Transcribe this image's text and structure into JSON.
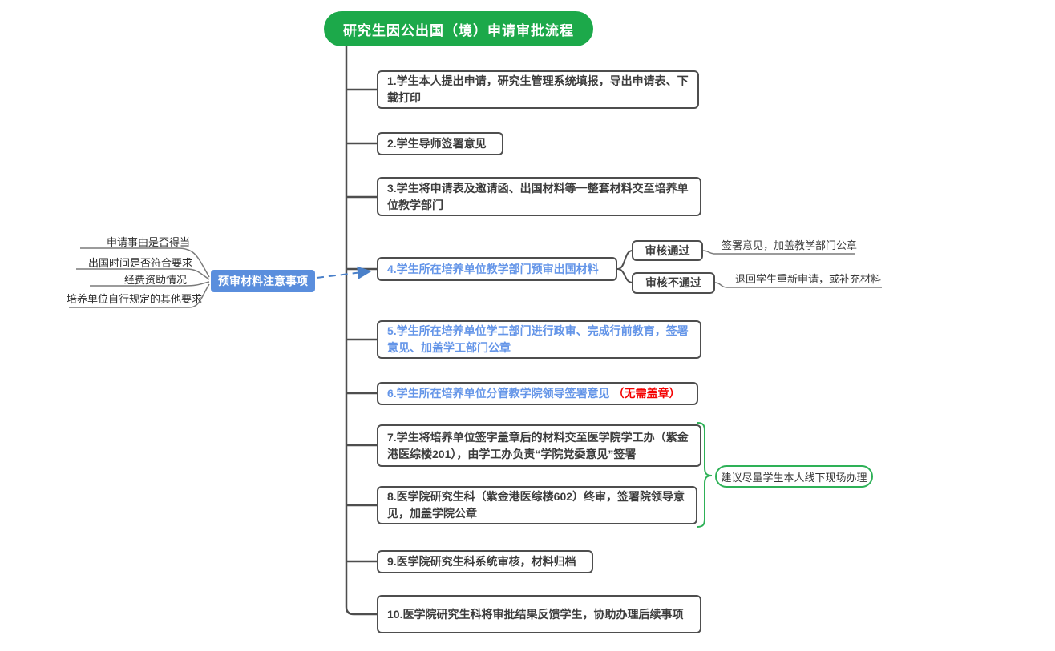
{
  "title": "研究生因公出国（境）申请审批流程",
  "steps": [
    {
      "text": "1.学生本人提出申请，研究生管理系统填报，导出申请表、下载打印"
    },
    {
      "text": "2.学生导师签署意见"
    },
    {
      "text": "3.学生将申请表及邀请函、出国材料等一整套材料交至培养单位教学部门"
    },
    {
      "text": "4.学生所在培养单位教学部门预审出国材料"
    },
    {
      "text": "5.学生所在培养单位学工部门进行政审、完成行前教育，签署意见、加盖学工部门公章"
    },
    {
      "text": "6.学生所在培养单位分管教学院领导签署意见",
      "suffix": "（无需盖章）"
    },
    {
      "text": "7.学生将培养单位签字盖章后的材料交至医学院学工办（紫金港医综楼201），由学工办负责“学院党委意见”签署"
    },
    {
      "text": "8.医学院研究生科（紫金港医综楼602）终审，签署院领导意见，加盖学院公章"
    },
    {
      "text": "9.医学院研究生科系统审核，材料归档"
    },
    {
      "text": "10.医学院研究生科将审批结果反馈学生，协助办理后续事项"
    }
  ],
  "review": {
    "pass_label": "审核通过",
    "pass_result": "签署意见，加盖教学部门公章",
    "fail_label": "审核不通过",
    "fail_result": "退回学生重新申请，或补充材料"
  },
  "precheck": {
    "label": "预审材料注意事项",
    "items": [
      "申请事由是否得当",
      "出国时间是否符合要求",
      "经费资助情况",
      "培养单位自行规定的其他要求"
    ]
  },
  "suggestion": "建议尽量学生本人线下现场办理",
  "colors": {
    "title_green": "#1CA94A",
    "accent_green": "#2EB157",
    "note_blue": "#5A8EDD",
    "step_blue_text": "#6495E8",
    "warning_red": "#F40000",
    "line_gray": "#4E4E4E",
    "thin_line_gray": "#7A7A7A",
    "arrow_blue": "#4A80C9"
  }
}
